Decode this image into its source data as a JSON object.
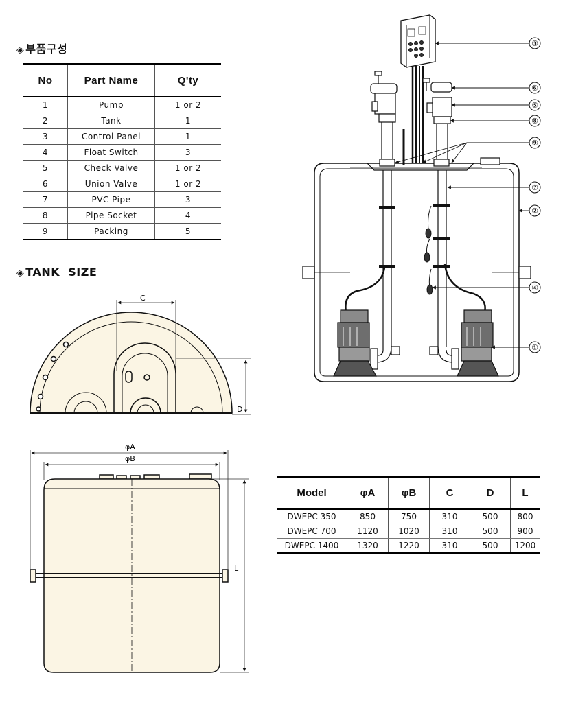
{
  "parts_section": {
    "title": "부품구성",
    "marker": "◈"
  },
  "parts_table": {
    "headers": [
      "No",
      "Part Name",
      "Q'ty"
    ],
    "rows": [
      [
        "1",
        "Pump",
        "1 or 2"
      ],
      [
        "2",
        "Tank",
        "1"
      ],
      [
        "3",
        "Control Panel",
        "1"
      ],
      [
        "4",
        "Float Switch",
        "3"
      ],
      [
        "5",
        "Check Valve",
        "1 or 2"
      ],
      [
        "6",
        "Union Valve",
        "1 or 2"
      ],
      [
        "7",
        "PVC Pipe",
        "3"
      ],
      [
        "8",
        "Pipe Socket",
        "4"
      ],
      [
        "9",
        "Packing",
        "5"
      ]
    ]
  },
  "tank_section": {
    "title": "TANK  SIZE",
    "marker": "◈"
  },
  "dims": {
    "c": "C",
    "d": "D",
    "a": "φA",
    "b": "φB",
    "l": "L"
  },
  "size_table": {
    "headers": [
      "Model",
      "φA",
      "φB",
      "C",
      "D",
      "L"
    ],
    "rows": [
      [
        "DWEPC 350",
        "850",
        "750",
        "310",
        "500",
        "800"
      ],
      [
        "DWEPC 700",
        "1120",
        "1020",
        "310",
        "500",
        "900"
      ],
      [
        "DWEPC 1400",
        "1320",
        "1220",
        "310",
        "500",
        "1200"
      ]
    ]
  },
  "callouts": [
    "③",
    "⑥",
    "⑤",
    "⑧",
    "⑨",
    "⑦",
    "②",
    "④",
    "①"
  ],
  "colors": {
    "tank_fill": "#fbf5e4",
    "line": "#111111",
    "pump_gray": "#8a8a8a"
  }
}
